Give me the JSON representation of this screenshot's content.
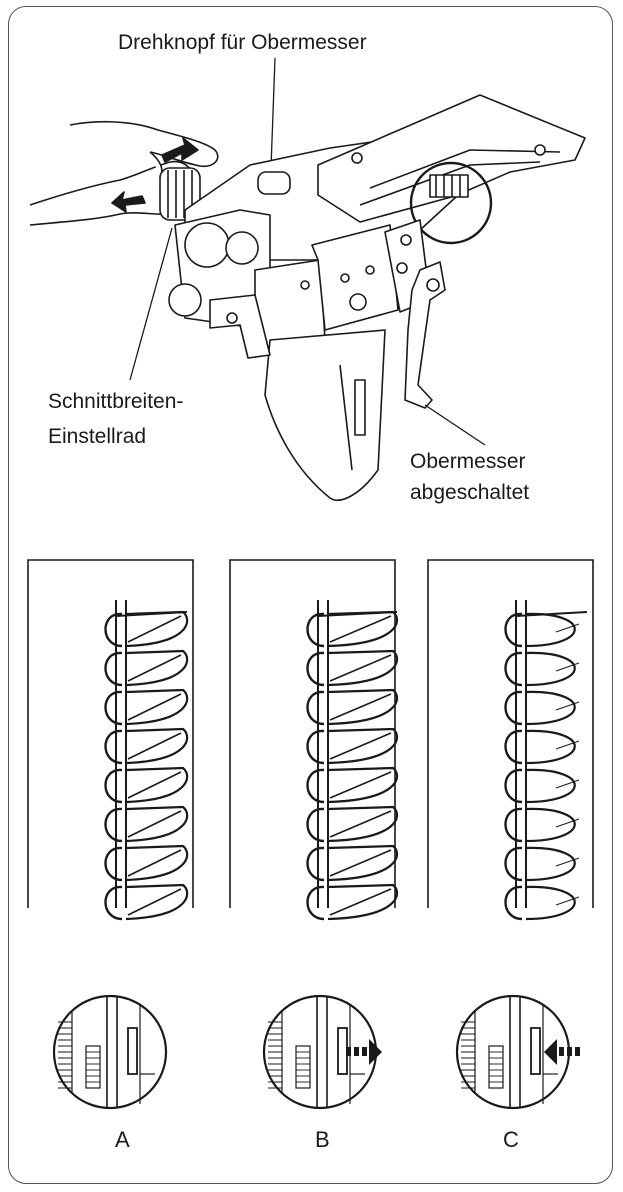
{
  "labels": {
    "top_knob": "Drehknopf für Obermesser",
    "width_dial_line1": "Schnittbreiten-",
    "width_dial_line2": "Einstellrad",
    "knife_off_line1": "Obermesser",
    "knife_off_line2": "abgeschaltet"
  },
  "panels": [
    {
      "letter": "A",
      "arrow": "none"
    },
    {
      "letter": "B",
      "arrow": "right"
    },
    {
      "letter": "C",
      "arrow": "left"
    }
  ],
  "colors": {
    "ink": "#1a1a1a",
    "frame": "#555555",
    "fill": "#ffffff"
  }
}
